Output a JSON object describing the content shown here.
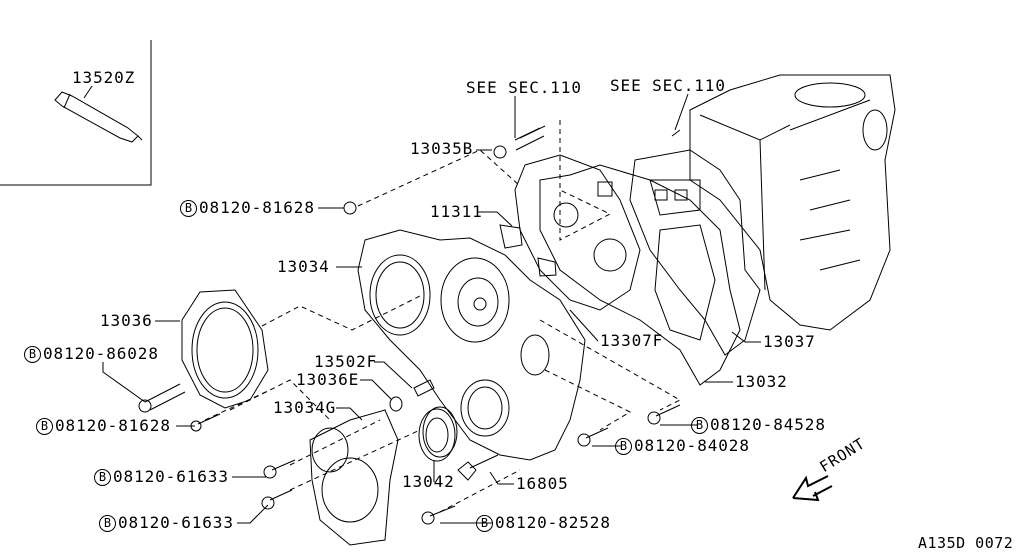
{
  "diagram": {
    "callouts": {
      "sealant": "13520Z",
      "see_sec_1": "SEE SEC.110",
      "see_sec_2": "SEE SEC.110",
      "nut": "13035B",
      "bolt_81628_top": "08120-81628",
      "gasket_11311": "11311",
      "cover_13034": "13034",
      "seal_13036": "13036",
      "bolt_86028": "08120-86028",
      "p13502f": "13502F",
      "p13036e": "13036E",
      "p13034g": "13034G",
      "bolt_81628_bottom": "08120-81628",
      "bolt_61633_a": "08120-61633",
      "bolt_61633_b": "08120-61633",
      "seal_13042": "13042",
      "p16805": "16805",
      "bolt_82528": "08120-82528",
      "p13307f": "13307F",
      "p13037": "13037",
      "p13032": "13032",
      "bolt_84528": "08120-84528",
      "bolt_84028": "08120-84028"
    },
    "bolt_marker": "B",
    "front_label": "FRONT",
    "figure_code": "A135D 0072"
  }
}
